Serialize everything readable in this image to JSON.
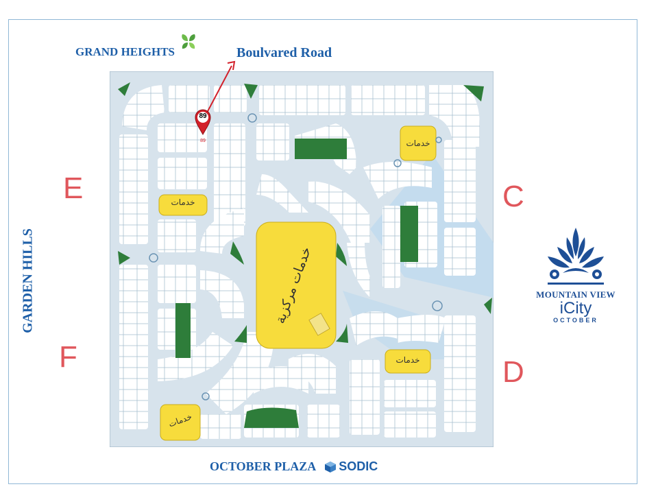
{
  "labels": {
    "grand_heights": "GRAND HEIGHTS",
    "boulevard_road": "Boulvared Road",
    "garden_hills": "GARDEN HILLS",
    "october_plaza": "OCTOBER PLAZA",
    "sodic": "SODIC"
  },
  "sectors": {
    "c": "C",
    "d": "D",
    "e": "E",
    "f": "F"
  },
  "marker": {
    "number": "89",
    "sub": "89",
    "icon": "map-pin-icon"
  },
  "services": {
    "small": "خدمات",
    "central": "خدمات مركزية"
  },
  "logo": {
    "line1": "MOUNTAIN VIEW",
    "line2": "iCity",
    "line3": "OCTOBER"
  },
  "colors": {
    "title_blue": "#1e5fa8",
    "sector_red": "#e0575c",
    "service_yellow": "#f7dc3c",
    "park_green": "#2e7d3a",
    "road": "#d7e3ec",
    "plot_outline": "#9fb7c9",
    "water_blue": "#bcd9ef",
    "marker_red": "#d3202a"
  }
}
